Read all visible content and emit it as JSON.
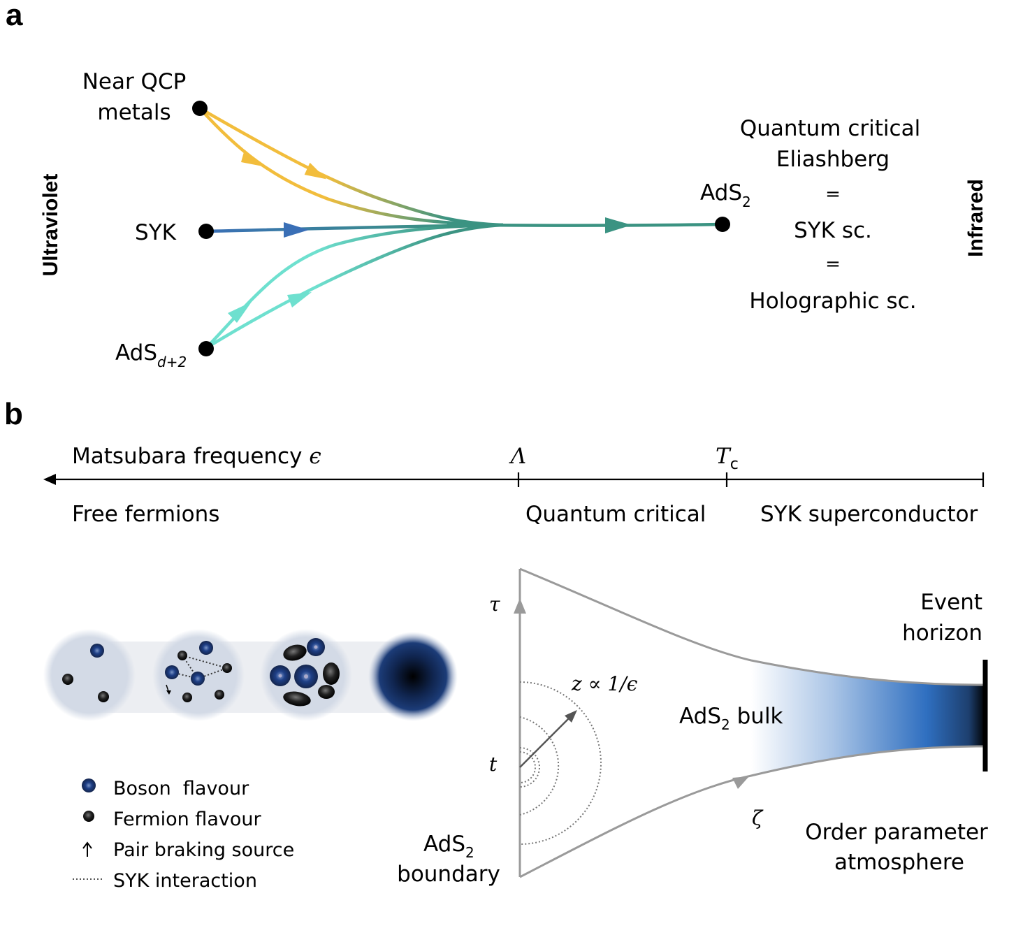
{
  "panel_a": {
    "label": "a",
    "ultraviolet": "Ultraviolet",
    "infrared": "Infrared",
    "nodes": {
      "qcp_line1": "Near QCP",
      "qcp_line2": "metals",
      "syk": "SYK",
      "adsd_base": "AdS",
      "adsd_sub": "d+2",
      "ads2_base": "AdS",
      "ads2_sub": "2"
    },
    "equivalence": [
      "Quantum critical",
      "Eliashberg",
      "=",
      "SYK sc.",
      "=",
      "Holographic sc."
    ],
    "colors": {
      "qcp": "#f2bd3c",
      "syk": "#3a6fb6",
      "ads": "#6ee0cf",
      "merged": "#3b9382"
    }
  },
  "panel_b": {
    "label": "b",
    "axis": {
      "title": "Matsubara frequency ",
      "title_symbol": "ϵ",
      "lambda": "Λ",
      "tc_base": "T",
      "tc_sub": "c",
      "regions": [
        "Free fermions",
        "Quantum critical",
        "SYK superconductor"
      ]
    },
    "legend": [
      {
        "icon": "boson-icon",
        "label": "Boson  flavour"
      },
      {
        "icon": "fermion-icon",
        "label": "Fermion flavour"
      },
      {
        "icon": "up-arrow-icon",
        "label": "Pair braking source"
      },
      {
        "icon": "dotted-line-icon",
        "label": "SYK interaction"
      }
    ],
    "geometry_labels": {
      "tau": "τ",
      "t": "t",
      "zeta": "ζ",
      "z_relation": "z ∝ 1/ϵ",
      "bulk_base": "AdS",
      "bulk_sub": "2",
      "bulk_suffix": " bulk",
      "boundary_base": "AdS",
      "boundary_sub": "2",
      "boundary_line2": "boundary",
      "horizon_line1": "Event",
      "horizon_line2": "horizon",
      "atmosphere_line1": "Order parameter",
      "atmosphere_line2": "atmosphere"
    },
    "colors": {
      "boson": "#1e3f86",
      "fermion": "#222222",
      "bulk": "#2f6fc0",
      "cluster_bg": "#cfd6e3"
    }
  }
}
